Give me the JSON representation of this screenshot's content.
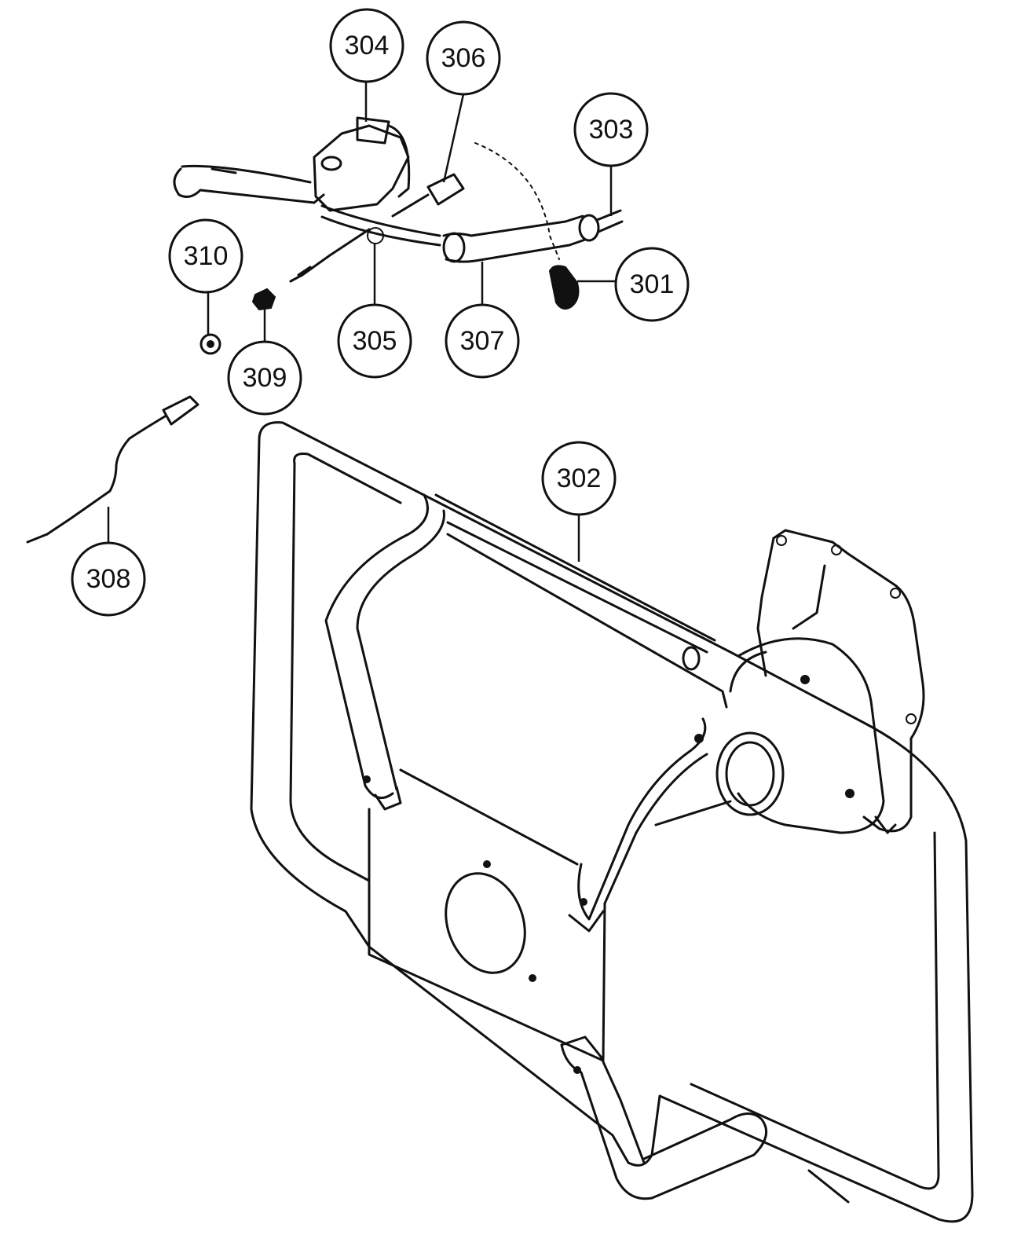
{
  "callouts": {
    "c301": "301",
    "c302": "302",
    "c303": "303",
    "c304": "304",
    "c305": "305",
    "c306": "306",
    "c307": "307",
    "c308": "308",
    "c309": "309",
    "c310": "310"
  }
}
